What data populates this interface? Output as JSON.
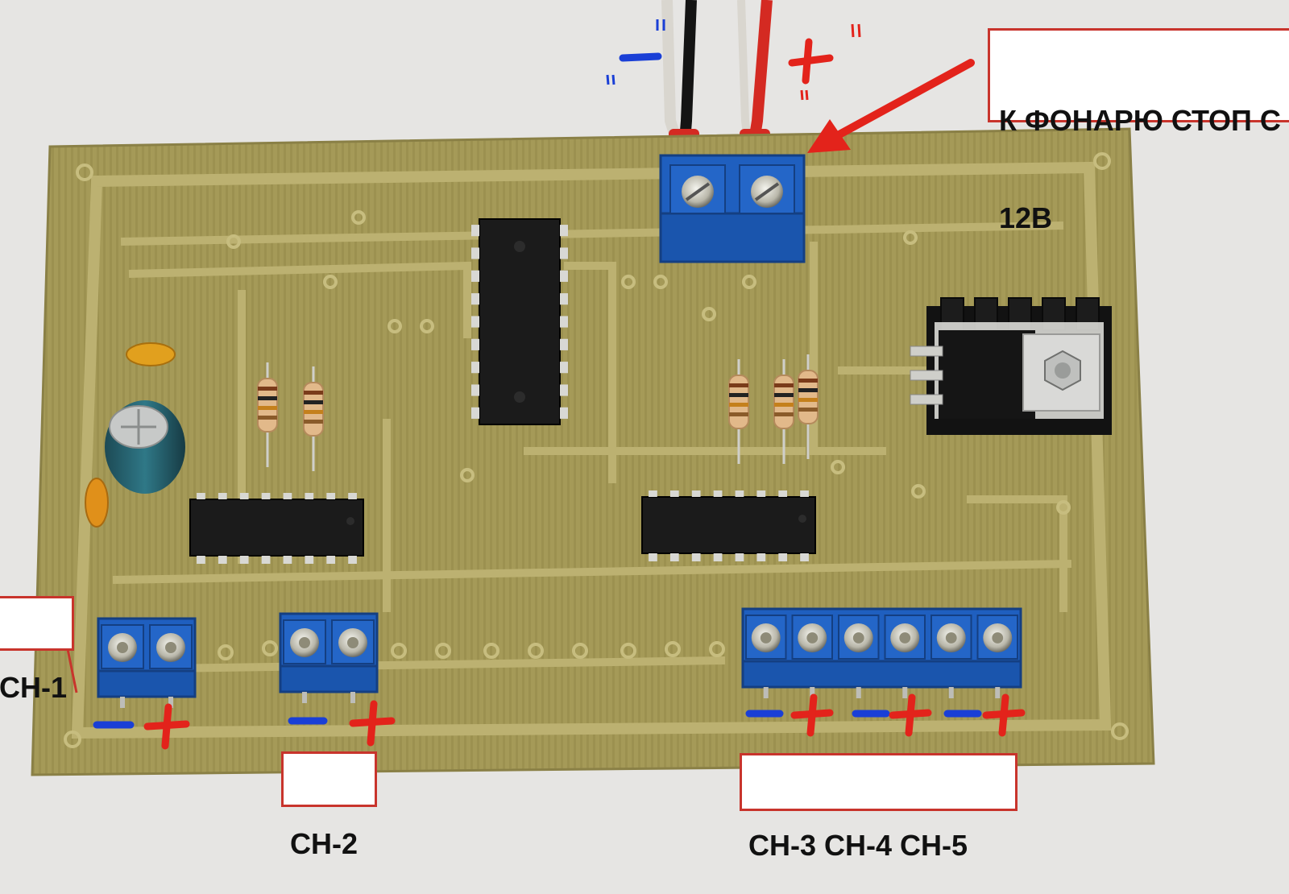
{
  "photo": {
    "subject": "pcb-assembly",
    "colors": {
      "background": "#e6e5e3",
      "board": "#a59a58",
      "trace": "#b7ac6a",
      "terminal_block": "#1f5fbf",
      "ic_body": "#1b1b1b",
      "wire_black": "#141414",
      "wire_red": "#d42a22",
      "annotation_red": "#e3231b",
      "annotation_blue": "#1a3fd6",
      "callout_border": "#c8342c"
    }
  },
  "labels": {
    "stop_lamp_line1": "К ФОНАРЮ СТОП С",
    "stop_lamp_line2": "12В",
    "ch1": "СН-1",
    "ch2": "СН-2",
    "ch345": "СН-3 СН-4 СН-5"
  }
}
